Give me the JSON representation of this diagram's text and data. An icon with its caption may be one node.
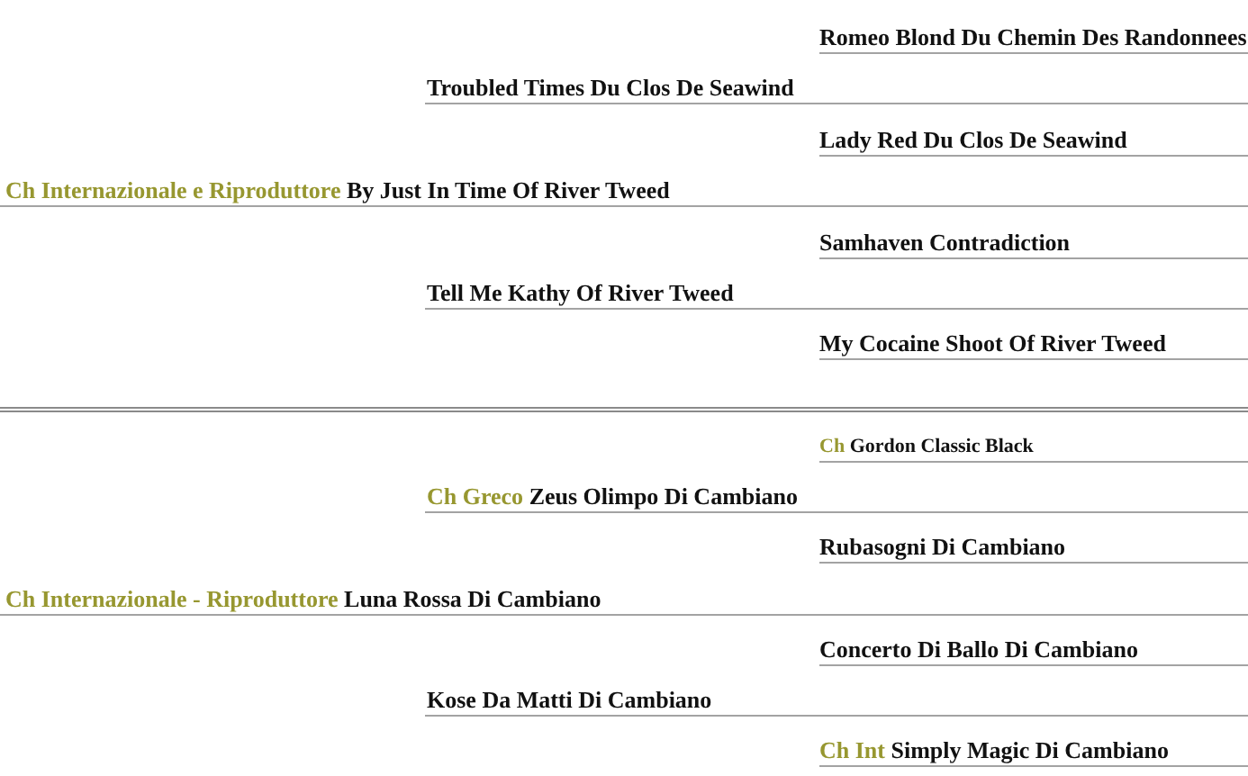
{
  "diagram": {
    "nodes": [
      {
        "text": [
          "Romeo Blond Du Chemin Des Randonnees"
        ]
      },
      {
        "text": [
          "Troubled Times Du Clos De Seawind"
        ]
      },
      {
        "text": [
          "Lady Red Du Clos De Seawind"
        ]
      },
      {
        "text": [
          "Ch Internazionale e Riproduttore",
          "By Just In Time Of River Tweed"
        ]
      },
      {
        "text": [
          "Samhaven Contradiction"
        ]
      },
      {
        "text": [
          "Tell Me Kathy Of River Tweed"
        ]
      },
      {
        "text": [
          "My Cocaine Shoot Of River Tweed"
        ]
      },
      {
        "text": [
          "Ch",
          "Gordon Classic Black"
        ]
      },
      {
        "text": [
          "Ch Greco",
          "Zeus Olimpo Di Cambiano"
        ]
      },
      {
        "text": [
          "Rubasogni Di Cambiano"
        ]
      },
      {
        "text": [
          "Ch Internazionale - Riproduttore",
          "Luna Rossa Di Cambiano"
        ]
      },
      {
        "text": [
          "Concerto Di Ballo Di Cambiano"
        ]
      },
      {
        "text": [
          "Kose Da Matti Di Cambiano"
        ]
      },
      {
        "text": [
          "Ch Int",
          "Simply Magic Di Cambiano"
        ]
      }
    ]
  }
}
